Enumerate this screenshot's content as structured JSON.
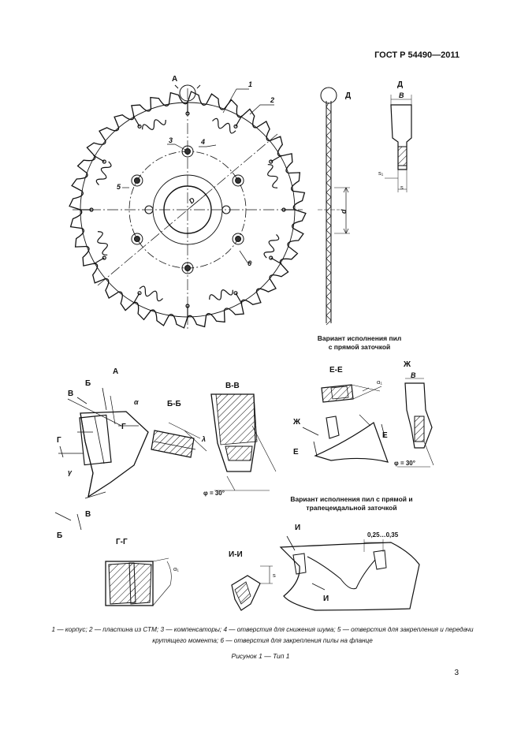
{
  "header": {
    "standard": "ГОСТ Р 54490—2011"
  },
  "main_view": {
    "view_a": "А",
    "center_d": "D",
    "leaders": [
      "1",
      "2",
      "3",
      "4",
      "5",
      "6"
    ]
  },
  "side_view": {
    "view_d": "Д",
    "dim_d": "d"
  },
  "detail_d": {
    "title": "Д",
    "dim_b": "B",
    "dim_s1": "s₁",
    "dim_s": "s"
  },
  "note_straight": "Вариант исполнения пил с прямой заточкой",
  "detail_a": {
    "title": "А",
    "arrows": [
      "Б",
      "В",
      "Г",
      "Г",
      "В",
      "Б"
    ],
    "angles": [
      "α",
      "γ"
    ]
  },
  "section_bb": {
    "title": "Б-Б",
    "angle": "λ"
  },
  "section_vv": {
    "title": "В-В",
    "phi": "φ = 30°"
  },
  "section_ee": {
    "title": "Е-Е",
    "angle": "α₁",
    "arrows": [
      "Ж",
      "Е",
      "Е"
    ]
  },
  "section_zh": {
    "title": "Ж",
    "dim_b": "B",
    "phi": "φ = 30°"
  },
  "note_trapezoid": "Вариант исполнения пил с прямой и трапецеидальной заточкой",
  "section_gg": {
    "title": "Г-Г",
    "angle": "α₁"
  },
  "section_ii": {
    "title": "И-И",
    "dim_s": "s"
  },
  "detail_trap": {
    "arrows": [
      "И",
      "И"
    ],
    "range": "0,25…0,35"
  },
  "legend": "1 — корпус; 2 — пластина из СТМ; 3 — компенсаторы; 4 — отверстия для снижения шума; 5 — отверстия для закрепления и передачи крутящего момента; 6 — отверстия для закрепления пилы на фланце",
  "caption": "Рисунок 1 — Тип 1",
  "page_number": "3"
}
